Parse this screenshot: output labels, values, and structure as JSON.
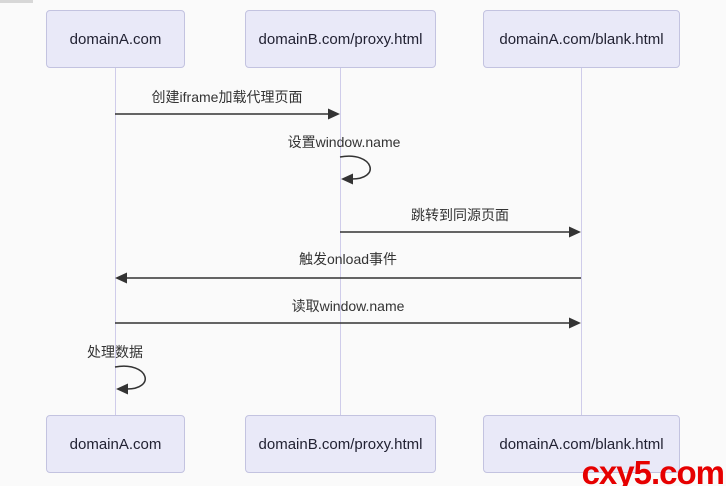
{
  "diagram": {
    "type": "sequence",
    "actors": [
      {
        "id": "domainA",
        "label": "domainA.com"
      },
      {
        "id": "proxy",
        "label": "domainB.com/proxy.html"
      },
      {
        "id": "blank",
        "label": "domainA.com/blank.html"
      }
    ],
    "messages": [
      {
        "from": "domainA",
        "to": "proxy",
        "kind": "solid-arrow",
        "label": "创建iframe加载代理页面"
      },
      {
        "from": "proxy",
        "to": "proxy",
        "kind": "self-loop",
        "label": "设置window.name"
      },
      {
        "from": "proxy",
        "to": "blank",
        "kind": "solid-arrow",
        "label": "跳转到同源页面"
      },
      {
        "from": "blank",
        "to": "domainA",
        "kind": "solid-arrow",
        "label": "触发onload事件"
      },
      {
        "from": "domainA",
        "to": "blank",
        "kind": "solid-arrow",
        "label": "读取window.name"
      },
      {
        "from": "domainA",
        "to": "domainA",
        "kind": "self-loop",
        "label": "处理数据"
      }
    ]
  },
  "watermark": {
    "text": "cxy5.com",
    "color": "#e60000"
  },
  "colors": {
    "actor_fill": "#e9e9f8",
    "actor_border": "#c3c3e0",
    "lifeline": "#cfccea",
    "arrow": "#333333",
    "text": "#333333"
  }
}
